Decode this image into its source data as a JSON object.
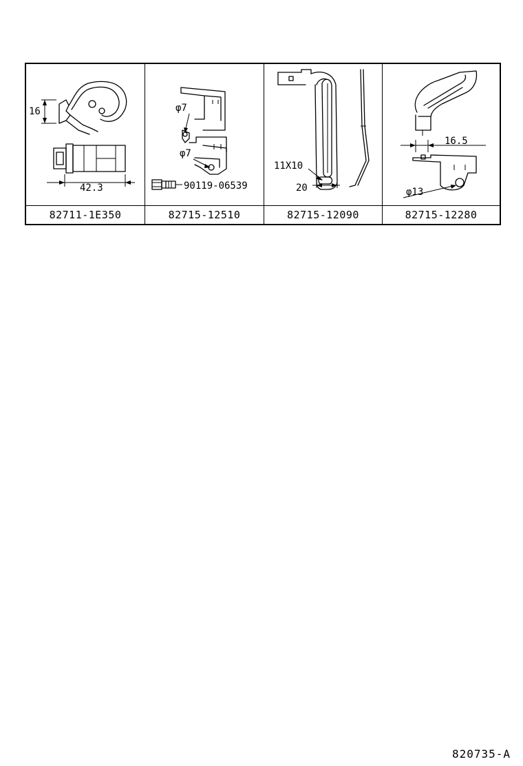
{
  "parts": [
    {
      "part_number": "82711-1E350",
      "dimensions": [
        "16",
        "42.3"
      ]
    },
    {
      "part_number": "82715-12510",
      "dimensions": [
        "φ7",
        "φ7"
      ],
      "bolt_part_number": "90119-06539"
    },
    {
      "part_number": "82715-12090",
      "dimensions": [
        "11X10",
        "20"
      ]
    },
    {
      "part_number": "82715-12280",
      "dimensions": [
        "16.5",
        "φ13"
      ]
    }
  ],
  "page_code": "820735-A"
}
